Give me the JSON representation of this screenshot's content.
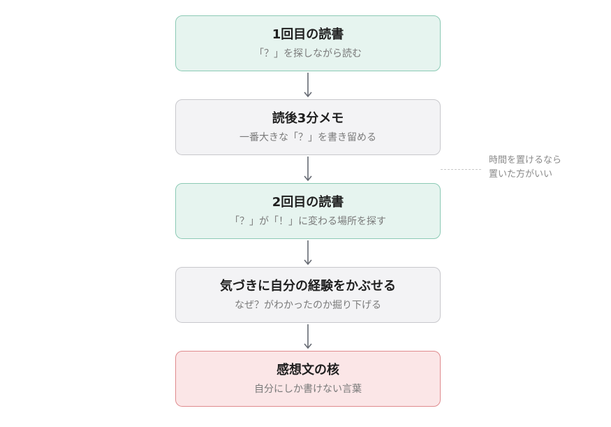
{
  "steps": [
    {
      "title": "1回目の読書",
      "subtitle": "「？」を探しながら読む"
    },
    {
      "title": "読後3分メモ",
      "subtitle": "一番大きな「？」を書き留める"
    },
    {
      "title": "2回目の読書",
      "subtitle": "「？」が「！」に変わる場所を探す"
    },
    {
      "title": "気づきに自分の経験をかぶせる",
      "subtitle": "なぜ？がわかったのか掘り下げる"
    },
    {
      "title": "感想文の核",
      "subtitle": "自分にしか書けない言葉"
    }
  ],
  "note": {
    "line1": "時間を置けるなら",
    "line2": "置いた方がいい"
  },
  "colors": {
    "green_fill": "#e6f4ef",
    "green_border": "#8ccab5",
    "gray_fill": "#f3f3f5",
    "gray_border": "#c8c8cc",
    "red_fill": "#fbe6e7",
    "red_border": "#df8b8e",
    "arrow": "#666a73"
  }
}
